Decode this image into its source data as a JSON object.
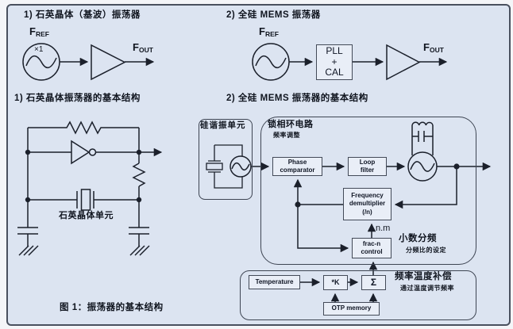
{
  "figure": {
    "caption": "图 1：振荡器的基本结构",
    "bg_color": "#dce4f1",
    "line_color": "#1b202b"
  },
  "top_left": {
    "title": "1)  石英晶体（基波）振荡器",
    "fref_main": "F",
    "fref_sub": "REF",
    "mult": "×1",
    "fout_main": "F",
    "fout_sub": "OUT"
  },
  "top_right": {
    "title": "2)  全硅 MEMS 振荡器",
    "fref_main": "F",
    "fref_sub": "REF",
    "pll_cal": "PLL\n+\nCAL",
    "fout_main": "F",
    "fout_sub": "OUT"
  },
  "quartz_section": {
    "title": "1) 石英晶体振荡器的基本结构",
    "crystal_label": "石英晶体单元"
  },
  "mems_section": {
    "title": "2)  全硅 MEMS 振荡器的基本结构",
    "resonator_title": "硅谐振单元",
    "pll": {
      "title": "锁相环电路",
      "subtitle": "频率调整",
      "phase_comparator": "Phase\ncomparator",
      "loop_filter": "Loop\nfilter",
      "freq_demultiplier": "Frequency\ndemultiplier\n(/n)",
      "frac_n": "frac-n\ncontrol",
      "nm_label": "n.m",
      "frac_title": "小数分频",
      "frac_subtitle": "分频比的设定"
    },
    "compensation": {
      "temperature": "Temperature",
      "k": "*K",
      "sigma": "Σ",
      "otp": "OTP memory",
      "title": "频率温度补偿",
      "subtitle": "通过温度调节频率"
    }
  }
}
